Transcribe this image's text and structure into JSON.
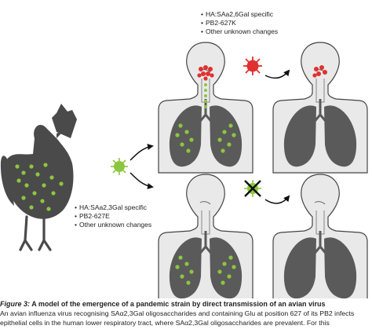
{
  "notes": {
    "top": [
      "HA:SAa2,6Gal specific",
      "PB2-627K",
      "Other unknown changes"
    ],
    "bottom": [
      "HA:SAa2,3Gal specific",
      "PB2-627E",
      "Other unknown changes"
    ]
  },
  "caption": {
    "label": "Figure 3:",
    "title": "A model of the emergence of a pandemic strain by direct transmission of an avian virus",
    "text": "An avian influenza virus recognising SAα2,3Gal oligosaccharides and containing Glu at position 627 of its PB2 infects epithelial cells in the human lower respiratory tract, where SAα2,3Gal oligosaccharides are prevalent. For this"
  },
  "colors": {
    "bird": "#4a4a4a",
    "torso": "#e9e9e9",
    "lung": "#5a5a5a",
    "avian_virus": "#8cc63f",
    "human_virus": "#e03030",
    "arrow": "#111111",
    "block_cross": "#111111"
  },
  "icons": {
    "avian_virus": "virus-green-icon",
    "human_virus": "virus-red-icon",
    "blocked": "cross-icon"
  }
}
